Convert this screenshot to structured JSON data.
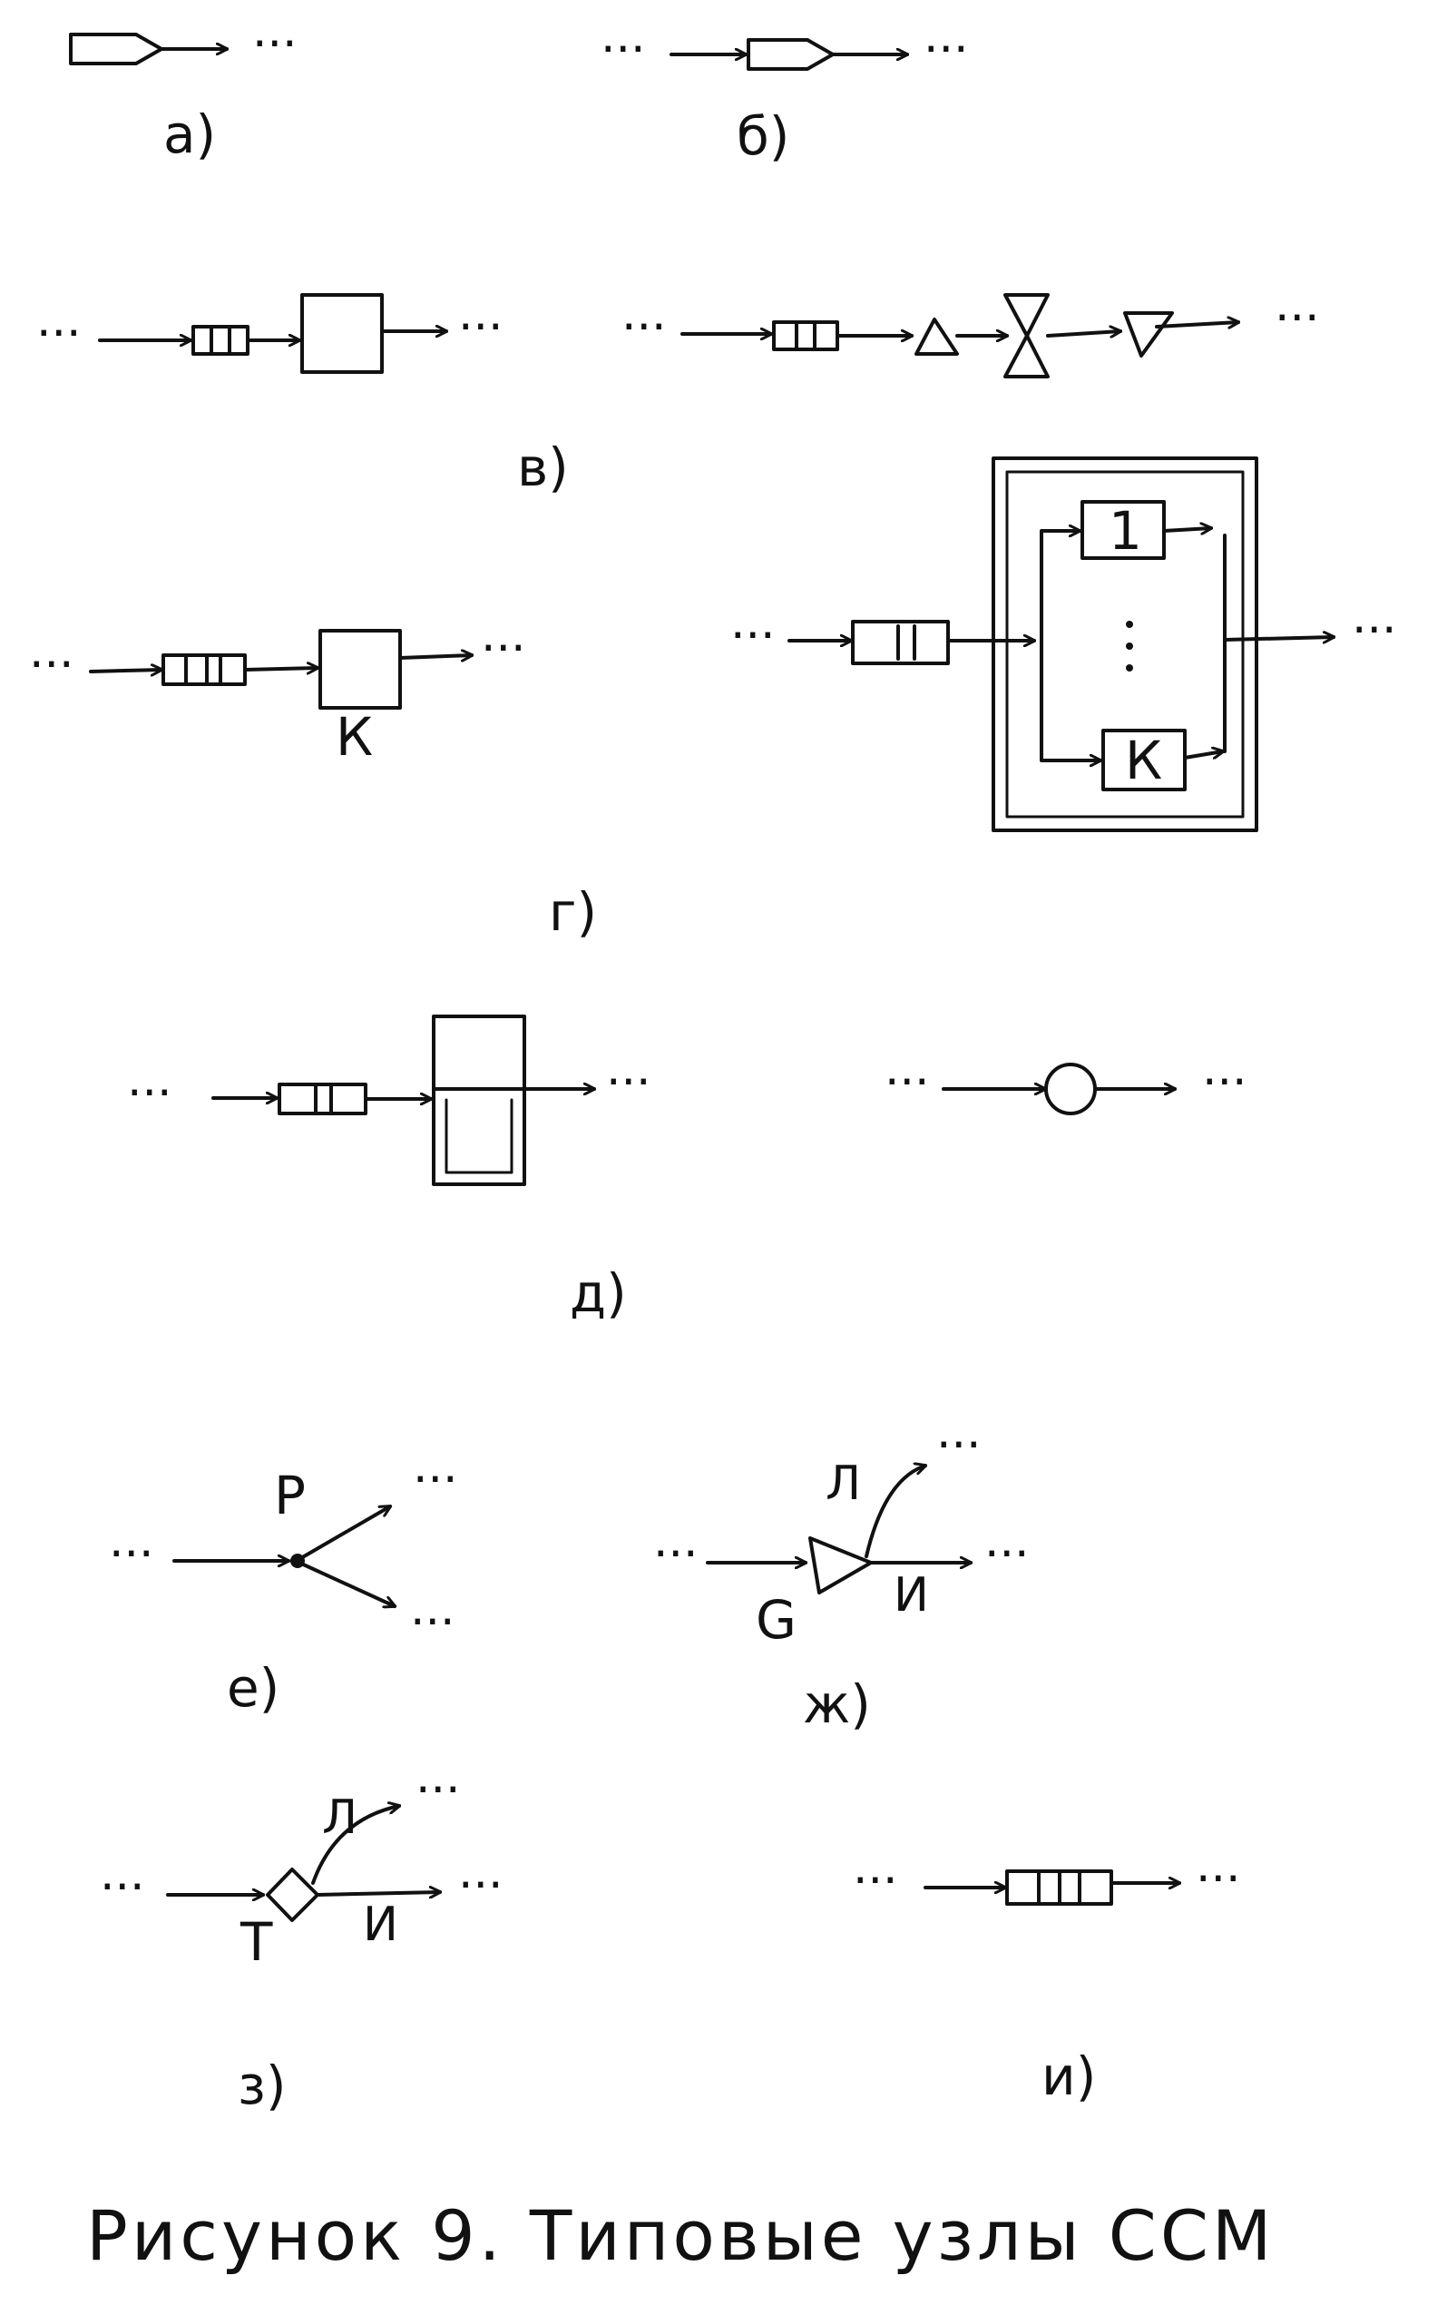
{
  "figure": {
    "caption": "Рисунок 9. Типовые узлы ССМ"
  },
  "panels": {
    "a": "а)",
    "b": "б)",
    "v": "в)",
    "g": "г)",
    "d": "д)",
    "e": "е)",
    "zh": "ж)",
    "z": "з)",
    "i": "и)"
  },
  "node_labels": {
    "k_single": "К",
    "channel_1": "1",
    "channel_k": "К",
    "split_P": "P",
    "gen_G": "G",
    "gen_lie": "Л",
    "gen_true": "И",
    "test_T": "T",
    "test_lie": "Л",
    "test_true": "И"
  },
  "ellipsis": "···"
}
